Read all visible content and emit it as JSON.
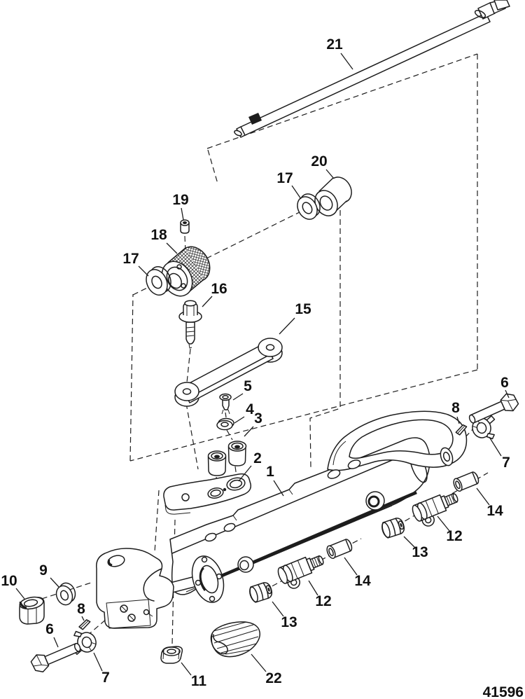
{
  "colors": {
    "background": "#ffffff",
    "line": "#1d1d1d"
  },
  "drawing_number": "41596",
  "callouts": [
    {
      "label": "21"
    },
    {
      "label": "20"
    },
    {
      "label": "17"
    },
    {
      "label": "19"
    },
    {
      "label": "18"
    },
    {
      "label": "17"
    },
    {
      "label": "16"
    },
    {
      "label": "15"
    },
    {
      "label": "5"
    },
    {
      "label": "4"
    },
    {
      "label": "3"
    },
    {
      "label": "2"
    },
    {
      "label": "1"
    },
    {
      "label": "6"
    },
    {
      "label": "8"
    },
    {
      "label": "7"
    },
    {
      "label": "14"
    },
    {
      "label": "12"
    },
    {
      "label": "13"
    },
    {
      "label": "14"
    },
    {
      "label": "12"
    },
    {
      "label": "13"
    },
    {
      "label": "10"
    },
    {
      "label": "9"
    },
    {
      "label": "8"
    },
    {
      "label": "6"
    },
    {
      "label": "7"
    },
    {
      "label": "11"
    },
    {
      "label": "22"
    }
  ]
}
